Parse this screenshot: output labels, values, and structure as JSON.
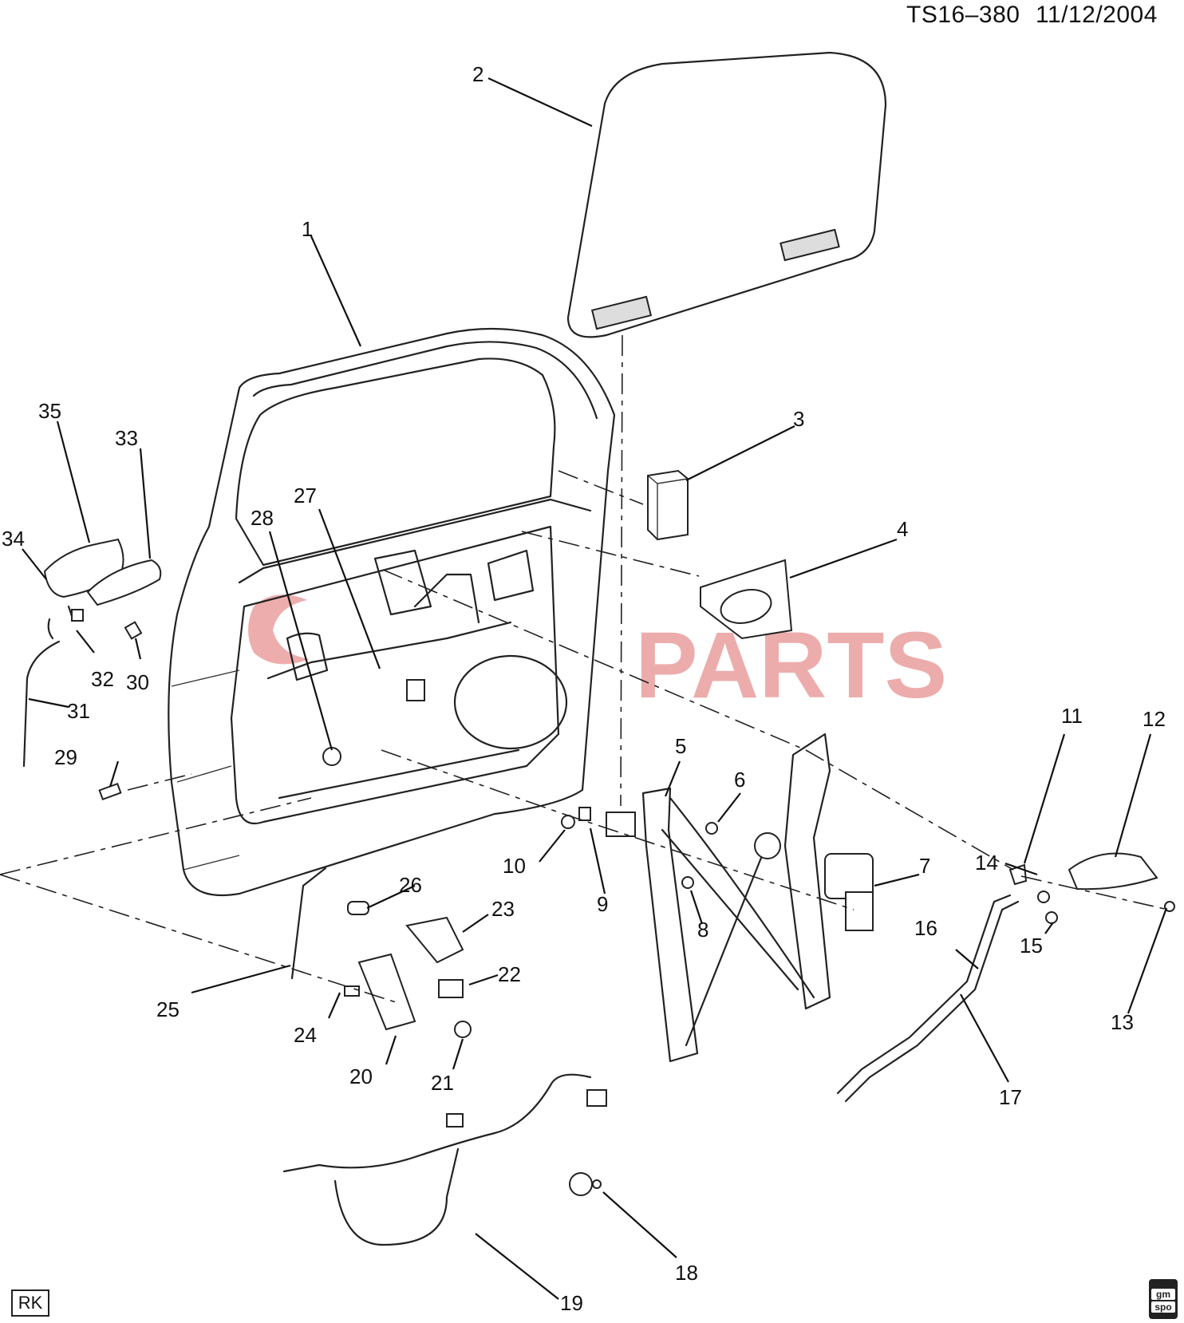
{
  "header": {
    "diagram_id": "TS16–380",
    "date": "11/12/2004"
  },
  "watermark": {
    "text": "PARTS",
    "color": "#e06a6a"
  },
  "footer": {
    "left_tag": "RK",
    "logo_top": "gm",
    "logo_bottom": "spo"
  },
  "callouts": [
    "1",
    "2",
    "3",
    "4",
    "5",
    "6",
    "7",
    "8",
    "9",
    "10",
    "11",
    "12",
    "13",
    "14",
    "15",
    "16",
    "17",
    "18",
    "19",
    "20",
    "21",
    "22",
    "23",
    "24",
    "25",
    "26",
    "27",
    "28",
    "29",
    "30",
    "31",
    "32",
    "33",
    "34",
    "35"
  ]
}
